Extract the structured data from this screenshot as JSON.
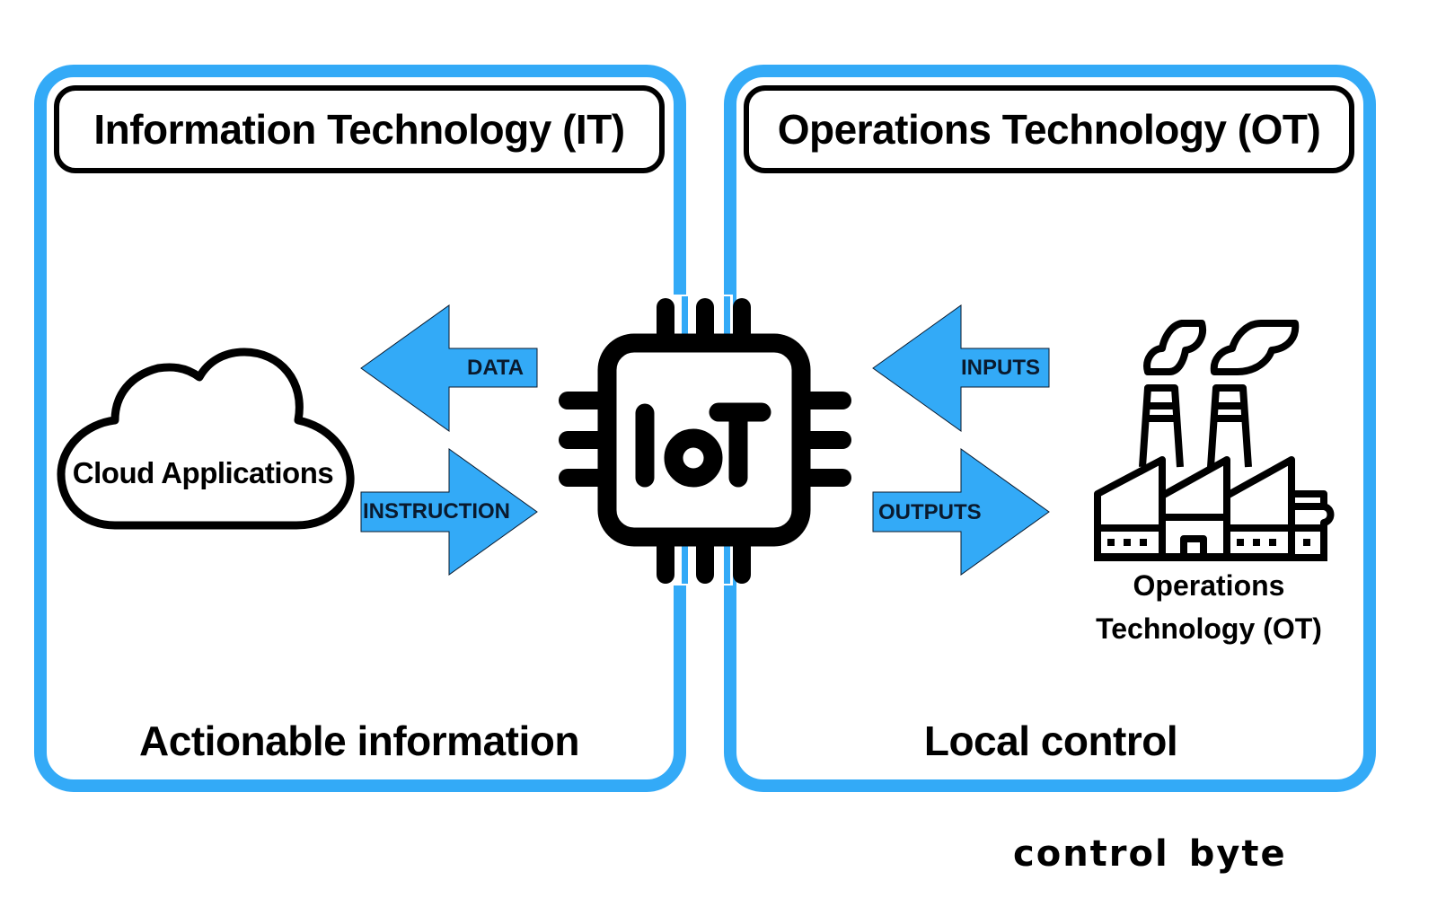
{
  "diagram": {
    "accent_color": "#33aaf7",
    "left_panel": {
      "title": "Information Technology (IT)",
      "footer": "Actionable information",
      "node": {
        "label": "Cloud Applications",
        "icon": "cloud-icon"
      }
    },
    "right_panel": {
      "title": "Operations Technology (OT)",
      "footer": "Local control",
      "node": {
        "label_line1": "Operations",
        "label_line2": "Technology (OT)",
        "icon": "factory-icon"
      }
    },
    "center_node": {
      "label": "IoT",
      "icon": "microchip-icon"
    },
    "arrows": {
      "data": {
        "label": "DATA",
        "direction": "left",
        "from": "IoT",
        "to": "Cloud Applications"
      },
      "instruction": {
        "label": "INSTRUCTION",
        "direction": "right",
        "from": "Cloud Applications",
        "to": "IoT"
      },
      "inputs": {
        "label": "INPUTS",
        "direction": "left",
        "from": "Operations Technology (OT)",
        "to": "IoT"
      },
      "outputs": {
        "label": "OUTPUTS",
        "direction": "right",
        "from": "IoT",
        "to": "Operations Technology (OT)"
      }
    }
  },
  "brand": {
    "part1": "control",
    "part2": "byte"
  }
}
